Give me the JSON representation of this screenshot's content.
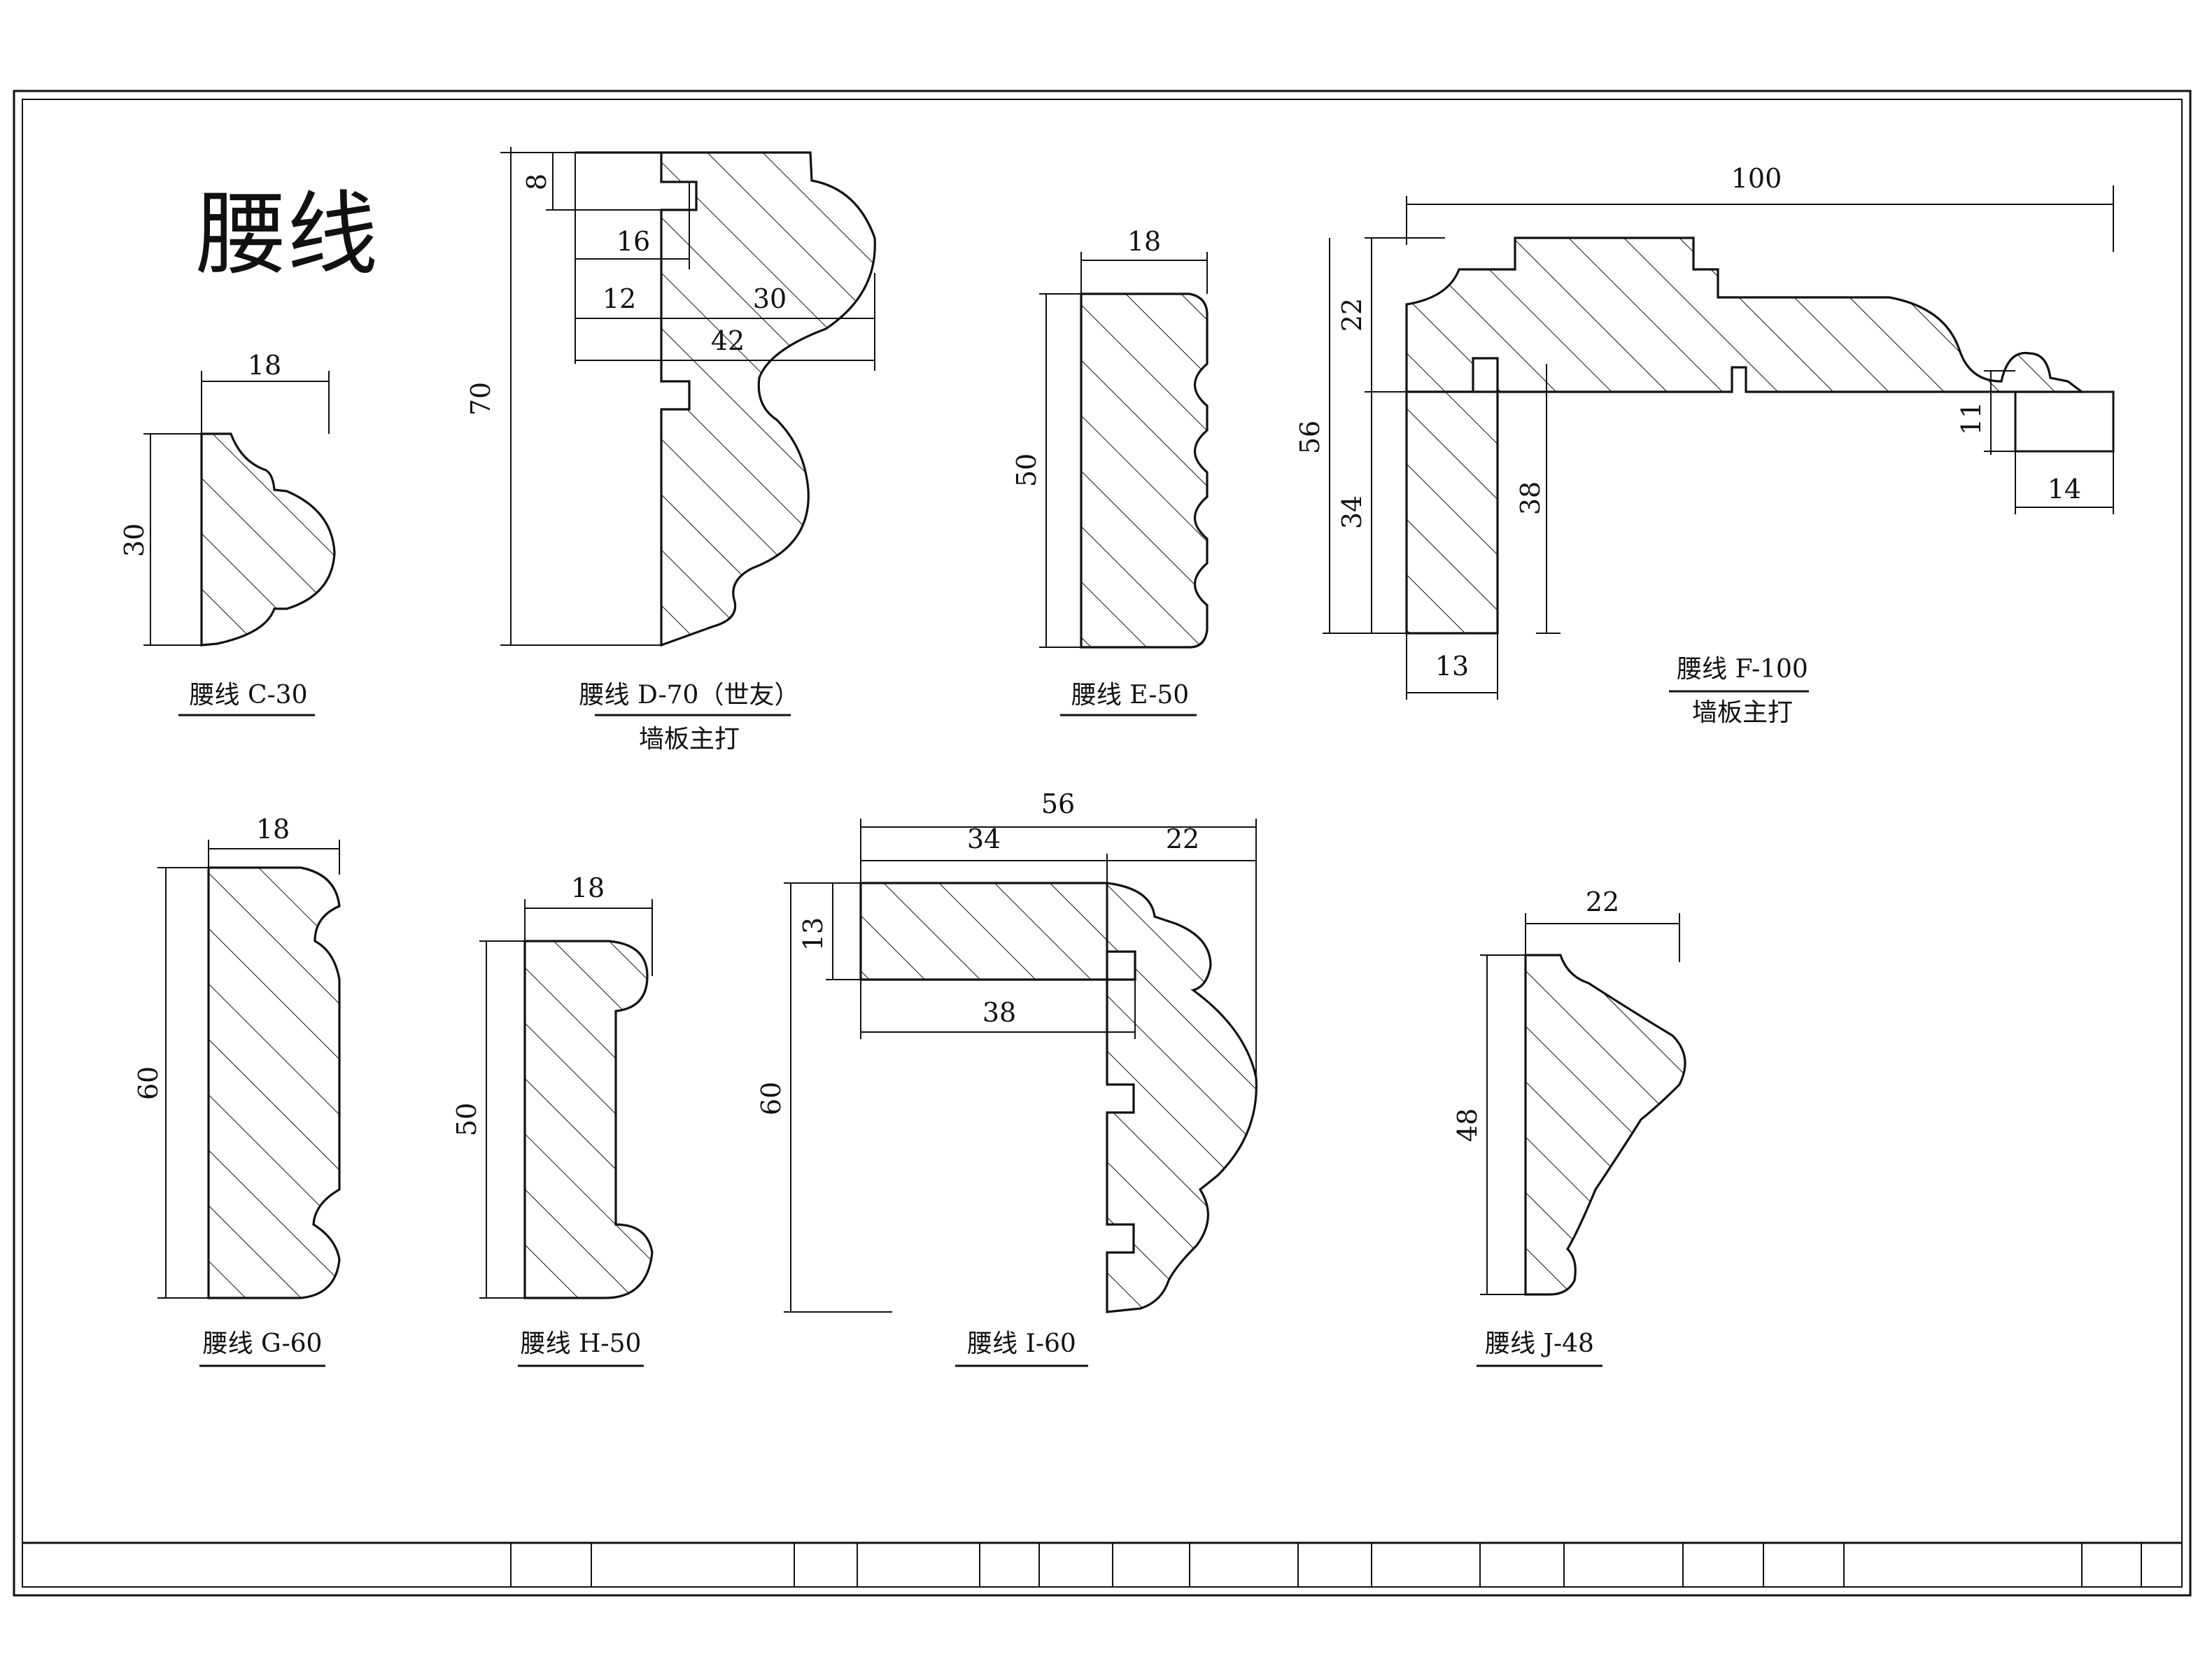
{
  "title": "腰线",
  "profiles": [
    {
      "id": "C",
      "caption": "腰线 C-30",
      "dims": [
        "18",
        "30"
      ]
    },
    {
      "id": "D",
      "caption": "腰线 D-70（世友）",
      "note": "墙板主打",
      "dims": [
        "8",
        "16",
        "12",
        "30",
        "42",
        "70"
      ]
    },
    {
      "id": "E",
      "caption": "腰线 E-50",
      "dims": [
        "18",
        "50"
      ]
    },
    {
      "id": "F",
      "caption": "腰线 F-100",
      "note": "墙板主打",
      "dims": [
        "100",
        "22",
        "56",
        "34",
        "38",
        "13",
        "11",
        "14"
      ]
    },
    {
      "id": "G",
      "caption": "腰线 G-60",
      "dims": [
        "18",
        "60"
      ]
    },
    {
      "id": "H",
      "caption": "腰线 H-50",
      "dims": [
        "18",
        "50"
      ]
    },
    {
      "id": "I",
      "caption": "腰线 I-60",
      "dims": [
        "56",
        "34",
        "22",
        "13",
        "38",
        "60"
      ]
    },
    {
      "id": "J",
      "caption": "腰线 J-48",
      "dims": [
        "22",
        "48"
      ]
    }
  ]
}
